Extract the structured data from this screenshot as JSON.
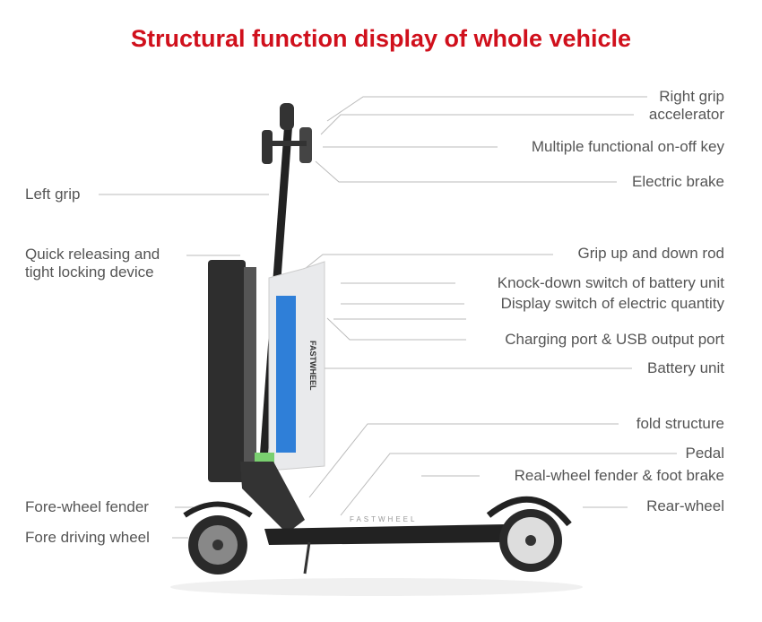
{
  "title": "Structural function display of whole vehicle",
  "brand_logo": "FASTWHEEL",
  "colors": {
    "title": "#d0101c",
    "label": "#555555",
    "battery_accent": "#2f7fd8"
  },
  "labels_right": [
    "Right grip",
    "accelerator",
    "Multiple functional on-off key",
    "Electric brake",
    "Grip up and down rod",
    "Knock-down switch of battery unit",
    "Display switch of electric quantity",
    "Charging port & USB output port",
    "Battery unit",
    "fold structure",
    "Pedal",
    "Real-wheel fender & foot brake",
    "Rear-wheel"
  ],
  "labels_left": [
    "Left grip",
    "Quick releasing and",
    "tight locking device",
    "Fore-wheel fender",
    "Fore driving wheel"
  ]
}
